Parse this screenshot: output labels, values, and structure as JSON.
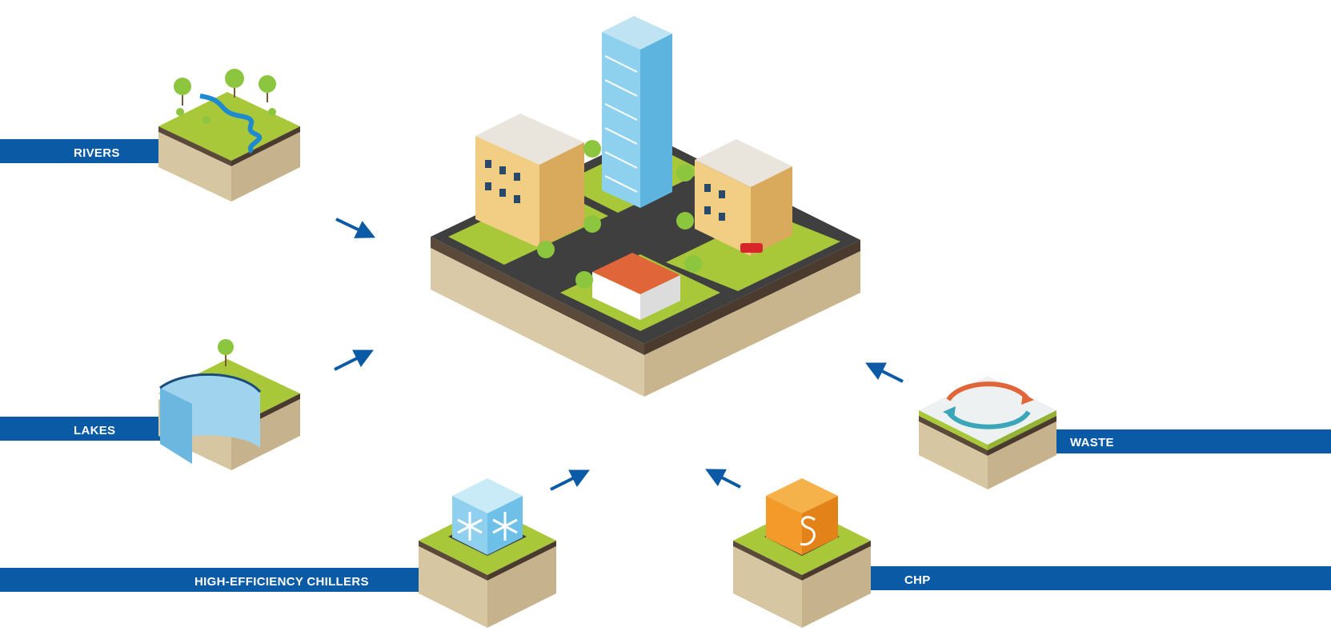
{
  "sources": {
    "rivers": {
      "label": "RIVERS"
    },
    "lakes": {
      "label": "LAKES"
    },
    "chillers": {
      "label": "HIGH-EFFICIENCY CHILLERS"
    },
    "chp": {
      "label": "CHP"
    },
    "waste": {
      "label": "WASTE"
    }
  },
  "colors": {
    "banner": "#0a5aa6",
    "arrow": "#0a5aa6",
    "grass": "#a8c83a",
    "soil": "#d9c9a6",
    "road": "#3f3f3f"
  },
  "icons": {
    "center": "city-block-icon",
    "rivers": "river-tile-icon",
    "lakes": "lake-tile-icon",
    "chillers": "snowflake-cube-icon",
    "chp": "flame-cube-icon",
    "waste": "recycle-loop-icon"
  }
}
